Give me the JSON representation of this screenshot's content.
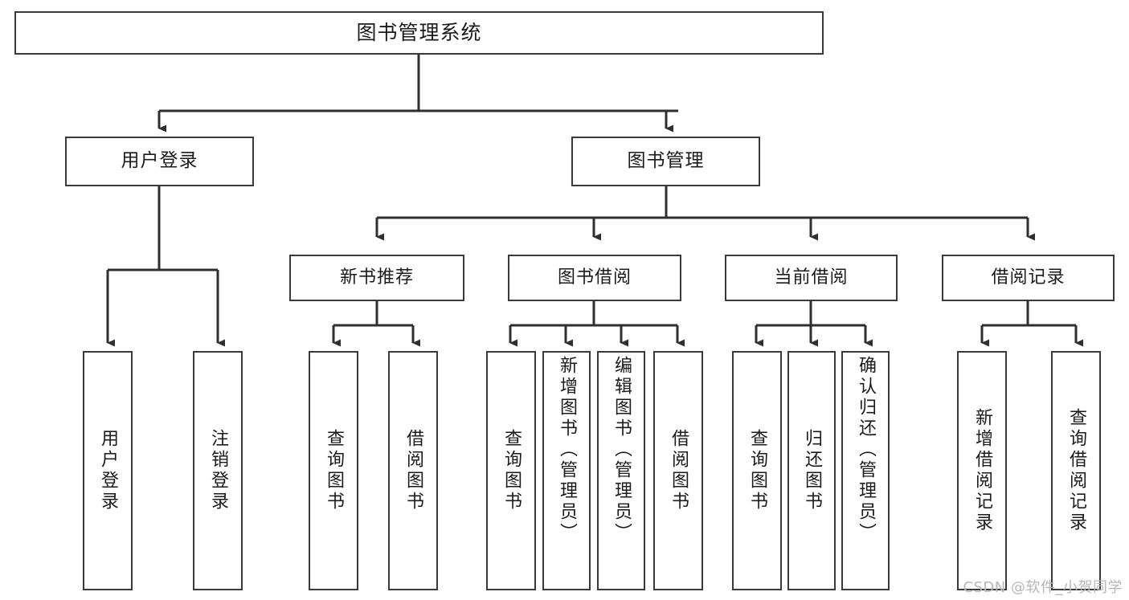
{
  "diagram": {
    "type": "tree-hierarchy",
    "title": "图书管理系统",
    "watermark": "CSDN @软件_小贺同学",
    "colors": {
      "box_border": "#3a3a3a",
      "box_fill": "#ffffff",
      "connector": "#2f2f2f",
      "text": "#1b1b1b",
      "watermark": "#b7b7b7",
      "background": "#ffffff"
    },
    "root": {
      "label": "图书管理系统"
    },
    "level2": [
      {
        "label": "用户登录"
      },
      {
        "label": "图书管理"
      }
    ],
    "level3": [
      {
        "label": "新书推荐"
      },
      {
        "label": "图书借阅"
      },
      {
        "label": "当前借阅"
      },
      {
        "label": "借阅记录"
      }
    ],
    "leaves": {
      "user_login": [
        {
          "label": "用户登录"
        },
        {
          "label": "注销登录"
        }
      ],
      "new_book_recommend": [
        {
          "label": "查询图书"
        },
        {
          "label": "借阅图书"
        }
      ],
      "book_borrow": [
        {
          "label": "查询图书"
        },
        {
          "label": "新增图书（管理员）"
        },
        {
          "label": "编辑图书（管理员）"
        },
        {
          "label": "借阅图书"
        }
      ],
      "current_borrow": [
        {
          "label": "查询图书"
        },
        {
          "label": "归还图书"
        },
        {
          "label": "确认归还（管理员）"
        }
      ],
      "borrow_records": [
        {
          "label": "新增借阅记录"
        },
        {
          "label": "查询借阅记录"
        }
      ]
    }
  }
}
